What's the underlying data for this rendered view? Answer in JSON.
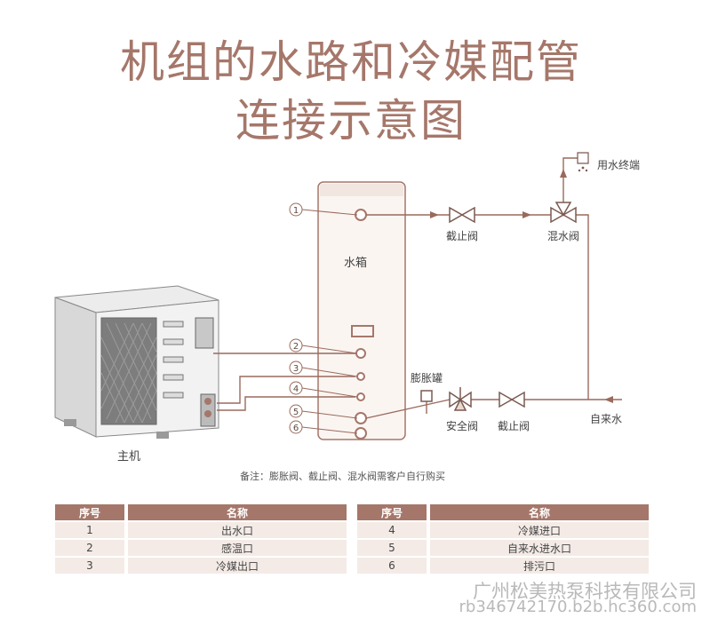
{
  "title": {
    "line1": "机组的水路和冷媒配管",
    "line2": "连接示意图"
  },
  "labels": {
    "tank": "水箱",
    "main_unit": "主机",
    "end_use": "用水终端",
    "shutoff_valve": "截止阀",
    "mixing_valve": "混水阀",
    "expansion_tank": "膨胀罐",
    "safety_valve": "安全阀",
    "tap_water": "自来水"
  },
  "ports": [
    "1",
    "2",
    "3",
    "4",
    "5",
    "6"
  ],
  "note": "备注：膨胀阀、截止阀、混水阀需客户自行购买",
  "table_left": {
    "headers": [
      "序号",
      "名称"
    ],
    "rows": [
      [
        "1",
        "出水口"
      ],
      [
        "2",
        "感温口"
      ],
      [
        "3",
        "冷媒出口"
      ]
    ]
  },
  "table_right": {
    "headers": [
      "序号",
      "名称"
    ],
    "rows": [
      [
        "4",
        "冷媒进口"
      ],
      [
        "5",
        "自来水进水口"
      ],
      [
        "6",
        "排污口"
      ]
    ]
  },
  "watermark": {
    "line1": "广州松美热泵科技有限公司",
    "line2": "rb346742170.b2b.hc360.com"
  },
  "colors": {
    "accent": "#a5776a",
    "line": "#9a6a5c",
    "table_row": "#f4ebe6"
  }
}
